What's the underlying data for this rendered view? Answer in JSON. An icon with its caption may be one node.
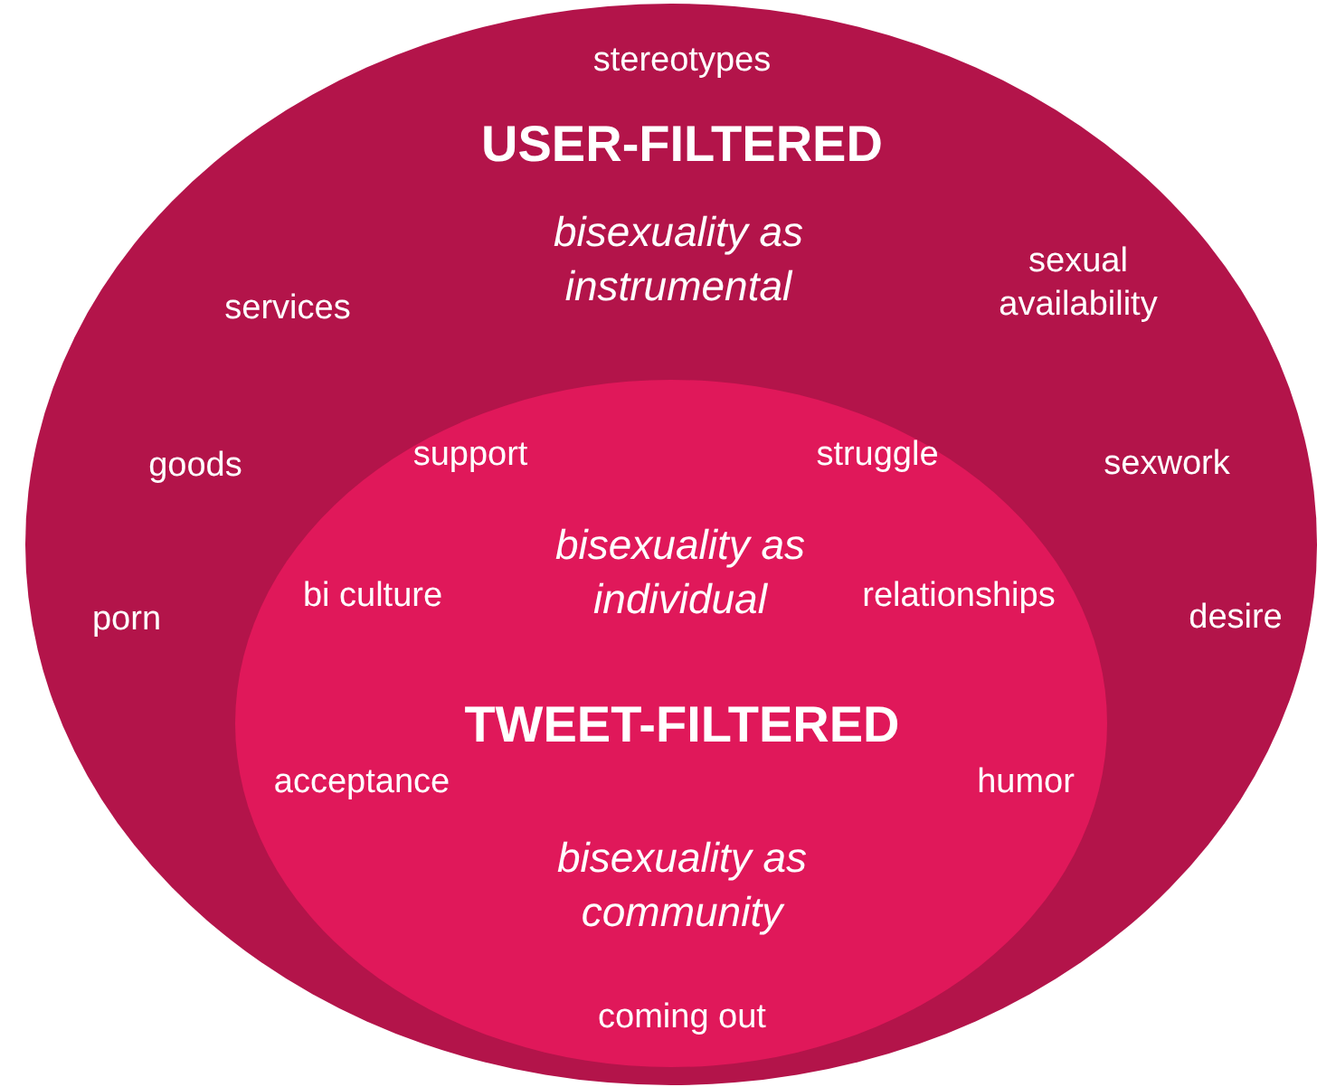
{
  "diagram": {
    "nodes": [
      {
        "text": [
          "stereotypes",
          "USER-FILTERED",
          "services",
          "bisexuality as instrumental",
          "sexual availability",
          "goods",
          "sexwork",
          "porn",
          "desire"
        ]
      },
      {
        "text": [
          "support",
          "struggle",
          "bi culture",
          "bisexuality as individual",
          "relationships",
          "TWEET-FILTERED",
          "acceptance",
          "humor",
          "bisexuality as community",
          "coming out"
        ],
        "in": 0
      }
    ]
  }
}
